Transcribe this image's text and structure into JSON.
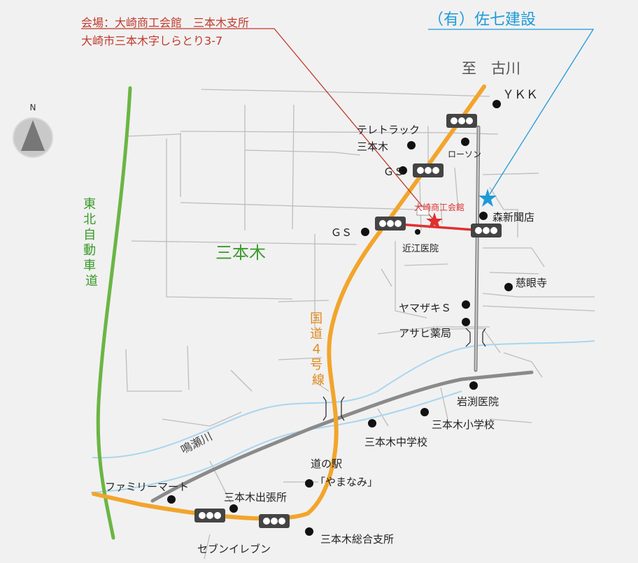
{
  "header": {
    "venue_line1": "会場：大崎商工会館　三本木支所",
    "venue_line2": "大崎市三本木字しらとり3-7",
    "company": "（有）佐七建設",
    "to_direction": "至　古川"
  },
  "compass": {
    "label": "N"
  },
  "roads": {
    "expressway": "東北自動車道",
    "national_route": "国道４号線",
    "river": "鳴瀬川",
    "district": "三本木"
  },
  "landmarks": {
    "ykk": "ＹＫＫ",
    "telet_1": "テレトラック",
    "telet_2": "三本木",
    "lawson": "ローソン",
    "gs_north": "ＧＳ",
    "gs_west": "ＧＳ",
    "venue_marker": "大崎商工会館",
    "mori": "森新聞店",
    "oumi": "近江医院",
    "jigen": "慈眼寺",
    "yamazaki": "ヤマザキＳ",
    "asahi": "アサヒ薬局",
    "iwabuchi": "岩渕医院",
    "elementary": "三本木小学校",
    "junior": "三本木中学校",
    "michi_1": "道の駅",
    "michi_2": "「やまなみ」",
    "familymart": "ファミリーマート",
    "branch_office": "三本木出張所",
    "seven": "セブンイレブン",
    "general_branch": "三本木総合支所"
  },
  "colors": {
    "background": "#f1f1f1",
    "highway": "#f2a52c",
    "expressway": "#6bb544",
    "venue_red": "#e03030",
    "company_blue": "#1e9ad8",
    "local_road": "#8a8a8a",
    "river": "#a8d6ef",
    "street": "#bdbdbd"
  },
  "icons": [
    "compass-icon",
    "traffic-light-icon",
    "star-icon",
    "dot-icon"
  ]
}
